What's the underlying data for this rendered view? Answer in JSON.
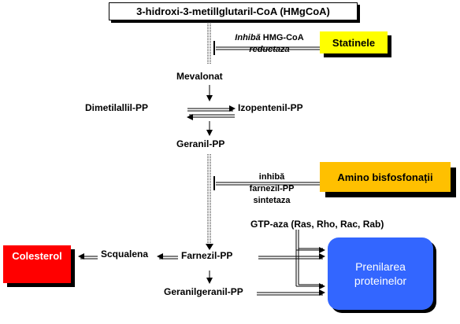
{
  "nodes": {
    "hmgcoa": "3-hidroxi-3-metillglutaril-CoA (HMgCoA)",
    "mevalonat": "Mevalonat",
    "dimetilalil": "Dimetilallil-PP",
    "izopentenil": "Izopentenil-PP",
    "geranil": "Geranil-PP",
    "farnezil": "Farnezil-PP",
    "scqualena": "Scqualena",
    "colesterol": "Colesterol",
    "geranilgeranil": "Geranilgeranil-PP",
    "gtpaza": "GTP-aza  (Ras, Rho, Rac, Rab)",
    "prenilarea_1": "Prenilarea",
    "prenilarea_2": "proteinelor"
  },
  "inhibitors": {
    "statine": "Statinele",
    "amino": "Amino bisfosfonații"
  },
  "enzymes": {
    "hmg_inhibits": "Inhibă",
    "hmg_name_1": "HMG-CoA",
    "hmg_name_2": "reductaza",
    "fps_inhibits": "inhibă",
    "fps_name_1": "farnezil-PP",
    "fps_name_2": "sintetaza"
  },
  "colors": {
    "statine_box": "#ffff00",
    "amino_box": "#ffc000",
    "colesterol_box": "#ff0000",
    "prenilarea_box": "#3366ff"
  }
}
